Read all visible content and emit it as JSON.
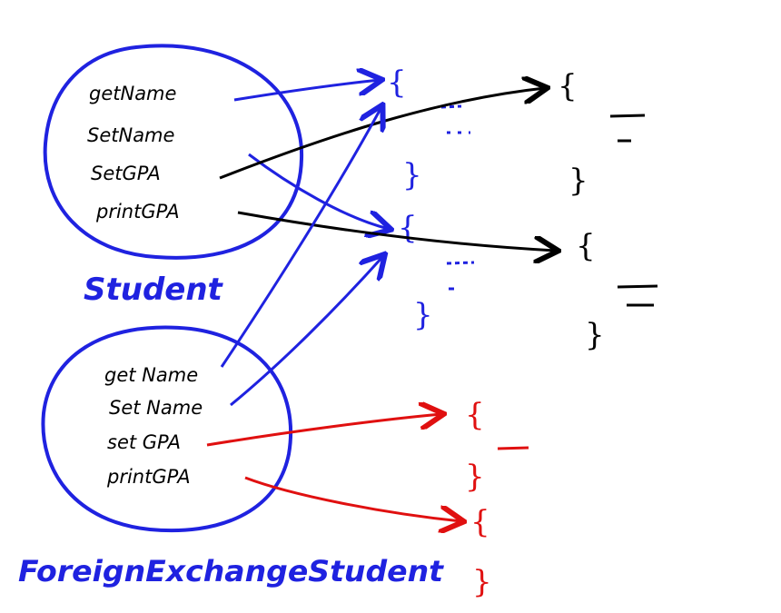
{
  "colors": {
    "blue": "#1f22e0",
    "black": "#000000",
    "red": "#e01010"
  },
  "student": {
    "label": "Student",
    "methods": [
      "getName",
      "SetName",
      "SetGPA",
      "printGPA"
    ]
  },
  "foreign": {
    "label": "ForeignExchangeStudent",
    "methods": [
      "get Name",
      "Set Name",
      "set GPA",
      "printGPA"
    ]
  },
  "braces": {
    "open": "{",
    "close": "}"
  }
}
